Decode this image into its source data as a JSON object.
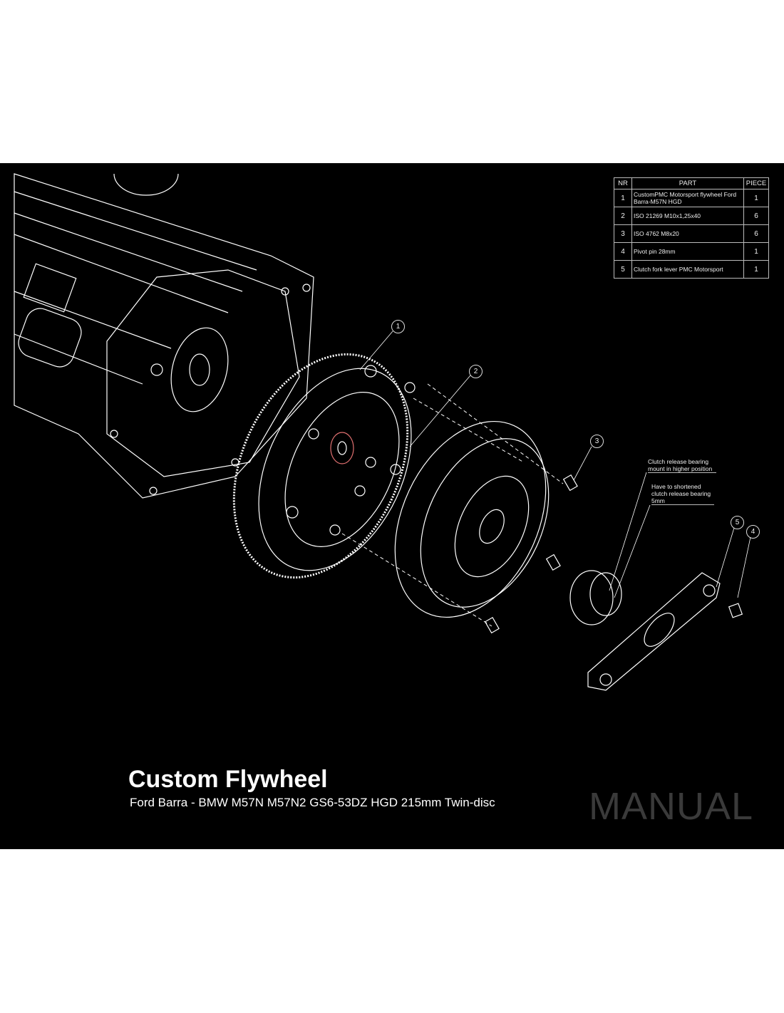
{
  "table": {
    "headers": [
      "NR",
      "PART",
      "PIECE"
    ],
    "rows": [
      {
        "nr": "1",
        "part": "CustomPMC Motorsport flywheel Ford Barra-M57N HGD",
        "piece": "1"
      },
      {
        "nr": "2",
        "part": "ISO 21269 M10x1,25x40",
        "piece": "6"
      },
      {
        "nr": "3",
        "part": "ISO 4762 M8x20",
        "piece": "6"
      },
      {
        "nr": "4",
        "part": "Pivot pin 28mm",
        "piece": "1"
      },
      {
        "nr": "5",
        "part": "Clutch fork lever PMC Motorsport",
        "piece": "1"
      }
    ]
  },
  "notes": {
    "bearing_mount": "Clutch release bearing mount in higher position",
    "bearing_shorten": "Have to shortened clutch release bearing 5mm"
  },
  "callouts": [
    "1",
    "2",
    "3",
    "4",
    "5"
  ],
  "title": "Custom Flywheel",
  "subtitle": "Ford Barra - BMW M57N M57N2 GS6-53DZ HGD 215mm Twin-disc",
  "watermark": "MANUAL",
  "colors": {
    "background": "#000000",
    "lines": "#ffffff",
    "watermark": "#3a3a3a"
  }
}
